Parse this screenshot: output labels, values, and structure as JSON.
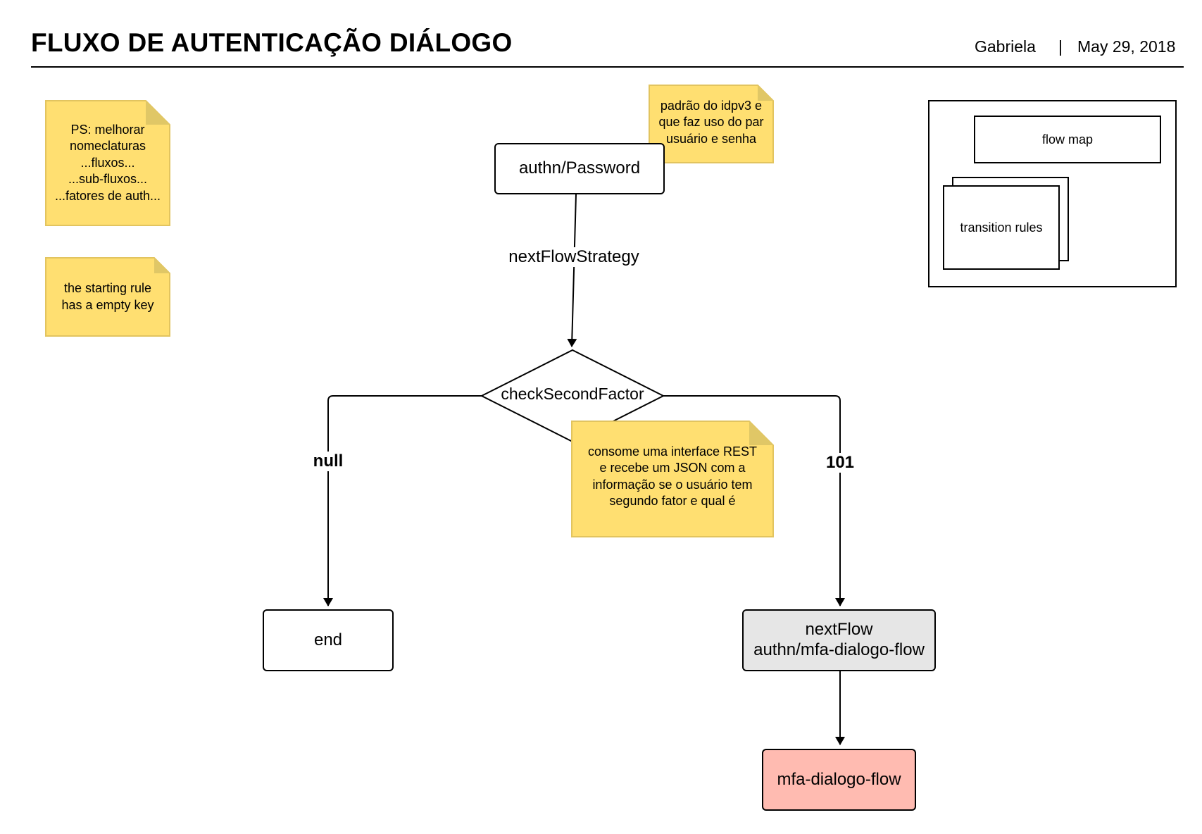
{
  "header": {
    "title": "FLUXO DE AUTENTICAÇÃO DIÁLOGO",
    "author": "Gabriela",
    "separator": "|",
    "date": "May 29, 2018"
  },
  "notes": {
    "ps_note": [
      "PS: melhorar",
      "nomeclaturas",
      "...fluxos...",
      "...sub-fluxos...",
      "...fatores de auth..."
    ],
    "starting_rule_note": [
      "the starting rule",
      "has a empty key"
    ],
    "idp_note": [
      "padrão do idpv3 e",
      "que faz uso do par",
      "usuário e senha"
    ],
    "rest_note": [
      "consome uma interface REST",
      "e recebe um JSON com a",
      "informação se o usuário tem",
      "segundo fator e qual é"
    ]
  },
  "nodes": {
    "password": "authn/Password",
    "check": "checkSecondFactor",
    "end": "end",
    "next_flow_line1": "nextFlow",
    "next_flow_line2": "authn/mfa-dialogo-flow",
    "mfa": "mfa-dialogo-flow"
  },
  "edges": {
    "strategy": "nextFlowStrategy",
    "null_label": "null",
    "code_label": "101"
  },
  "legend": {
    "flow_map": "flow map",
    "transition_rules": "transition rules"
  },
  "colors": {
    "note_fill": "#FFDF71",
    "note_border": "#E2C45F",
    "note_fold": "#E0C766",
    "next_flow_fill": "#E6E6E6",
    "mfa_fill": "#FFBBB1"
  }
}
